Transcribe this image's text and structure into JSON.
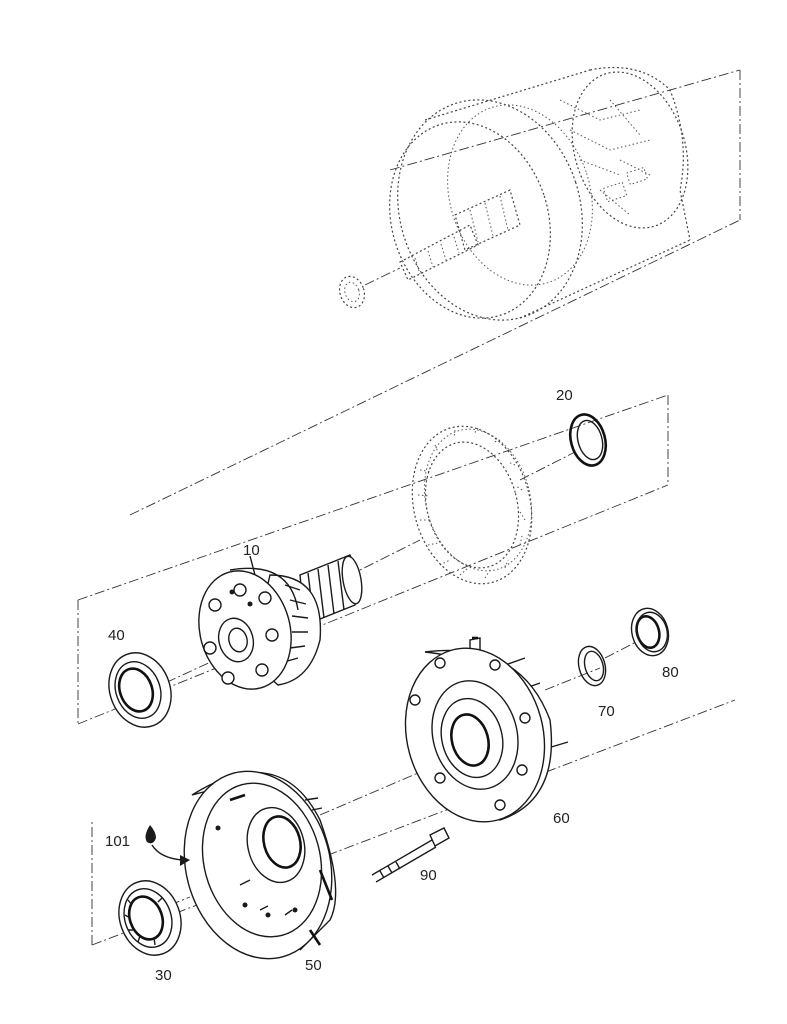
{
  "callouts": {
    "c10": "10",
    "c20": "20",
    "c30": "30",
    "c40": "40",
    "c50": "50",
    "c60": "60",
    "c70": "70",
    "c80": "80",
    "c90": "90",
    "c101": "101"
  }
}
